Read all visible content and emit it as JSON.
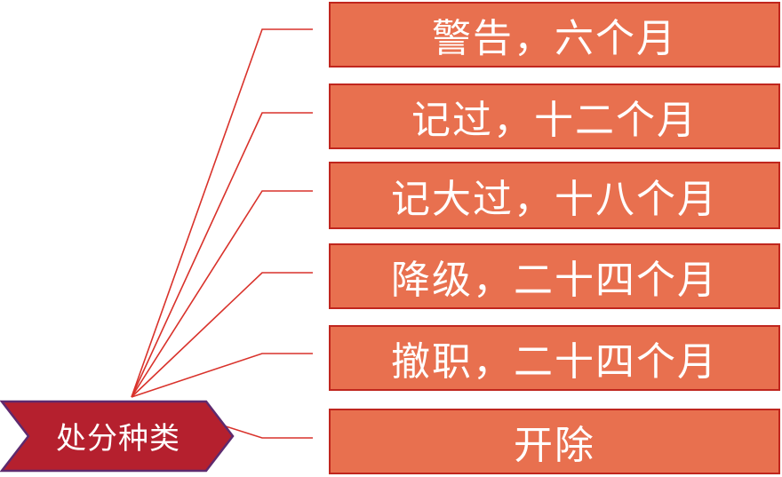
{
  "diagram": {
    "root": {
      "label": "处分种类"
    },
    "branches": [
      {
        "label": "警告，六个月"
      },
      {
        "label": "记过，十二个月"
      },
      {
        "label": "记大过，十八个月"
      },
      {
        "label": "降级，二十四个月"
      },
      {
        "label": "撤职，二十四个月"
      },
      {
        "label": "开除"
      }
    ],
    "colors": {
      "box_fill": "#E8704F",
      "box_border": "#C0261E",
      "root_fill": "#B5202E",
      "root_border": "#5E2A6E",
      "connector": "#D9322B",
      "text": "#FFFFFF"
    }
  }
}
